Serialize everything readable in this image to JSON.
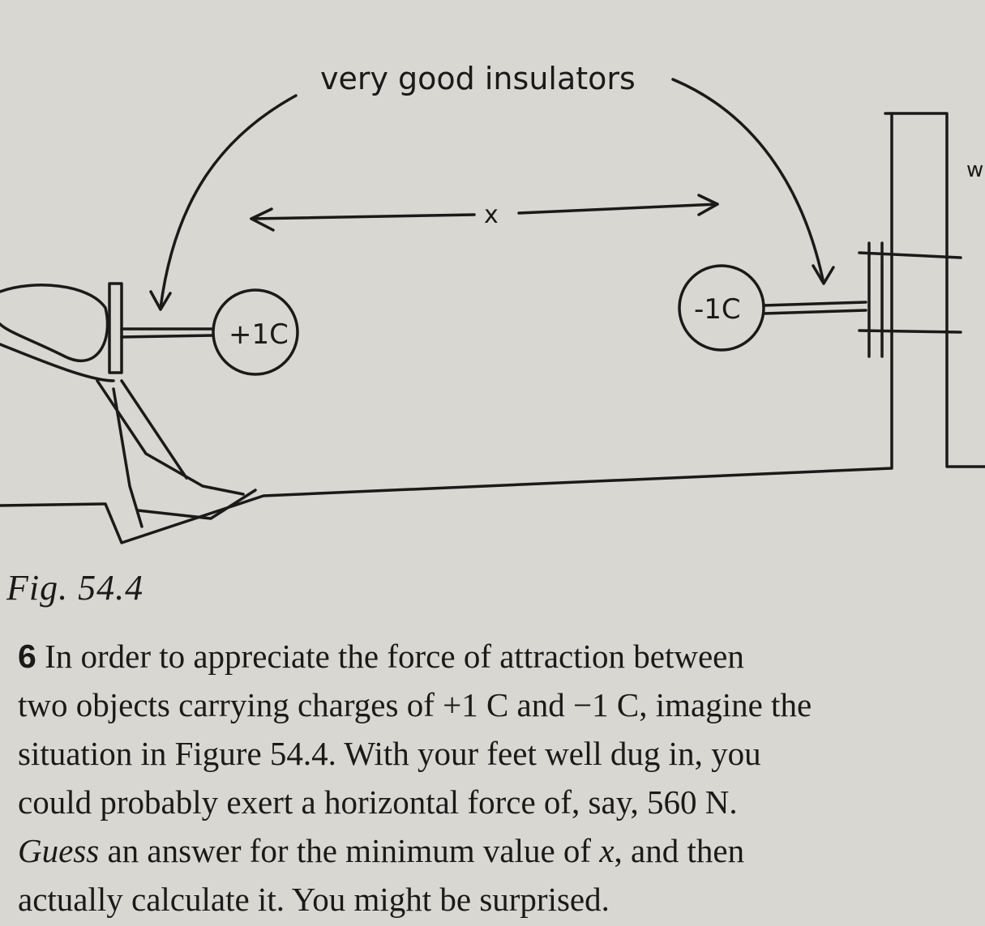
{
  "figure": {
    "insulators_label": "very good insulators",
    "distance_label": "x",
    "charge_left": "+1C",
    "charge_right": "-1C",
    "wall_label": "w"
  },
  "caption": "Fig. 54.4",
  "question": {
    "number": "6",
    "lines": [
      "In order to appreciate the force of attraction between",
      "two objects carrying charges of +1 C and −1 C, imagine the",
      "situation in Figure 54.4. With your feet well dug in, you",
      "could probably exert a horizontal force of, say, 560 N.",
      "an answer for the minimum value of ",
      "actually calculate it. You might be surprised."
    ],
    "guess_word": "Guess",
    "variable": "x",
    "line5_tail": ", and then"
  }
}
